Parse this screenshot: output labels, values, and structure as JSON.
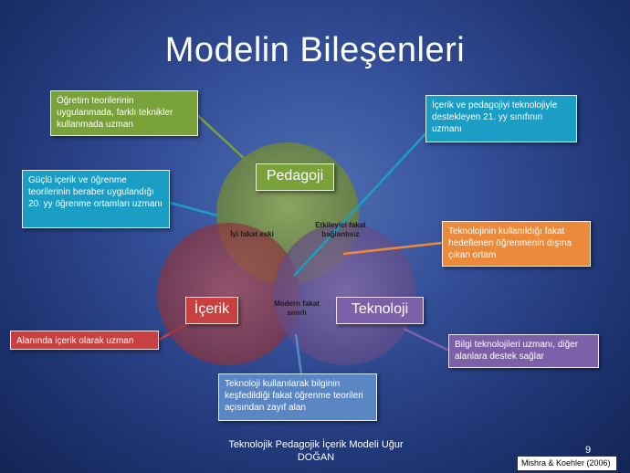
{
  "title": "Modelin Bileşenleri",
  "circles": {
    "pedagoji": "Pedagoji",
    "icerik": "İçerik",
    "teknoloji": "Teknoloji"
  },
  "overlaps": {
    "pedagoji_icerik": "İyi fakat eski",
    "pedagoji_teknoloji": "Etkileyici fakat bağlantısız",
    "center": "Modern fakat sınırlı"
  },
  "callouts": {
    "top_left": "Öğretim teorilerinin uygulanmada, farklı teknikler kullanmada uzman",
    "mid_left": "Güçlü içerik ve öğrenme teorilerinin beraber uygulandığı 20. yy öğrenme ortamları uzmanı",
    "bottom_left": "Alanında içerik olarak uzman",
    "top_right": "İçerik ve pedagojiyi teknolojiyle destekleyen 21. yy sınıfının uzmanı",
    "mid_right": "Teknolojinin kullanıldığı fakat hedeflenen öğrenmenin dışına çıkan ortam",
    "bottom_right": "Bilgi teknolojileri uzmanı, diğer alanlara destek sağlar",
    "bottom_center": "Teknoloji kullanılarak bilginin keşfedildiği fakat öğrenme teorileri açısından zayıf alan"
  },
  "footer": {
    "text": "Teknolojik Pedagojik İçerik Modeli Uğur DOĞAN",
    "page": "9",
    "citation": "Mishra & Koehler (2006)"
  },
  "colors": {
    "green": "#79a23a",
    "teal": "#1b9ec5",
    "red": "#c94040",
    "orange": "#ea8a3a",
    "purple": "#7e60a8",
    "blue": "#5b86c4"
  }
}
